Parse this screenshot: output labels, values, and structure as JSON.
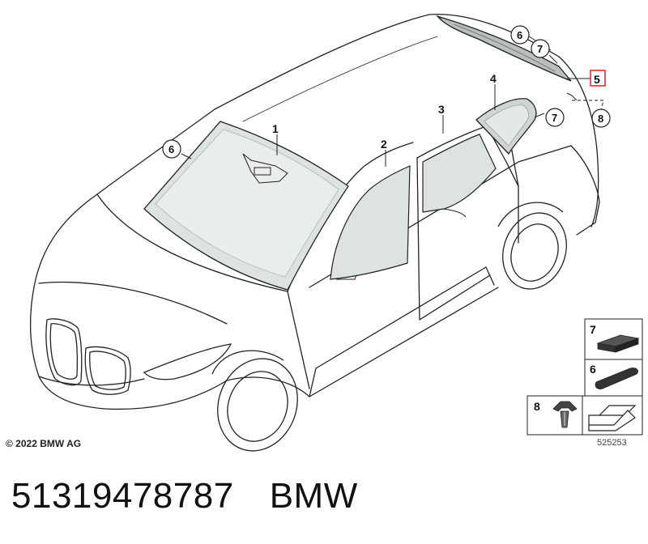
{
  "diagram": {
    "callouts": {
      "windscreen": "1",
      "front_door_window": "2",
      "rear_door_window": "3",
      "side_quarter_window": "4",
      "rear_window": "5",
      "seal_rear_top": "6",
      "seal_windscreen": "6",
      "block_rear_top": "7",
      "block_rear_quarter": "7",
      "clip_rear": "8"
    },
    "parts_legend": [
      {
        "number": "7",
        "icon": "rectangular-block-icon"
      },
      {
        "number": "6",
        "icon": "strip-pad-icon"
      },
      {
        "number": "8",
        "icon": "push-clip-icon"
      }
    ],
    "legend_arrow_icon": "parts-box-arrow-icon",
    "copyright": "© 2022 BMW AG",
    "image_number": "525253"
  },
  "footer": {
    "part_number": "51319478787",
    "brand": "BMW"
  },
  "colors": {
    "glass_fill": "#dde3df",
    "glass_edge": "#b9c0bc",
    "outline": "#222222",
    "highlight_box": "#e02020",
    "legend_part": "#333333"
  }
}
